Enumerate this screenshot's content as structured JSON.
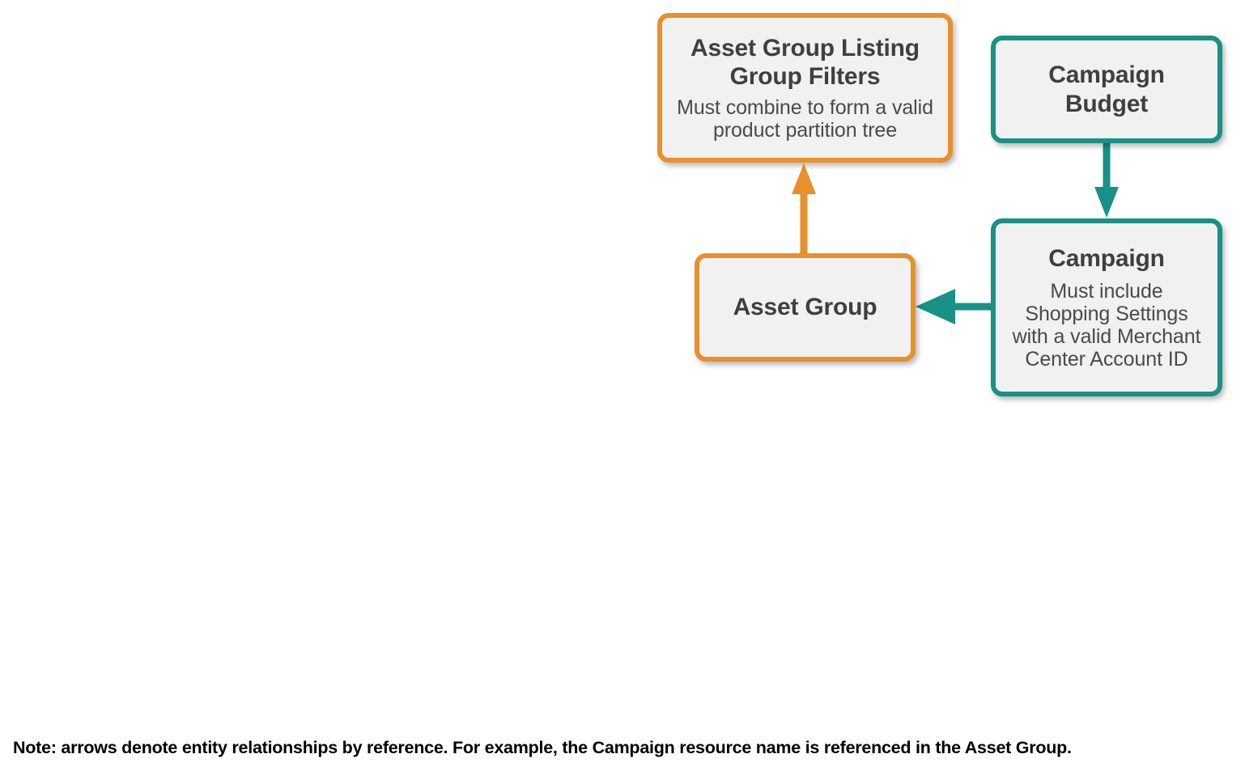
{
  "diagram": {
    "background_color": "#ffffff",
    "palette": {
      "orange": "#e8902c",
      "teal": "#189186",
      "node_fill": "#f1f1f1",
      "title_text": "#3c4043",
      "subtitle_text": "#4a4a4a",
      "note_text": "#000000"
    },
    "nodes": [
      {
        "id": "asset-group-listing-group-filters",
        "title": "Asset Group Listing Group Filters",
        "title_line_1": "Asset Group Listing",
        "title_line_2": "Group Filters",
        "subtitle": "Must combine to form a valid product partition tree",
        "color": "orange"
      },
      {
        "id": "campaign-budget",
        "title": "Campaign Budget",
        "title_line_1": "Campaign",
        "title_line_2": "Budget",
        "subtitle": "",
        "color": "teal"
      },
      {
        "id": "asset-group",
        "title": "Asset Group",
        "subtitle": "",
        "color": "orange"
      },
      {
        "id": "campaign",
        "title": "Campaign",
        "subtitle": "Must include Shopping Settings with a valid Merchant Center Account ID",
        "color": "teal"
      }
    ],
    "edges": [
      {
        "id": "asset-group-to-listing-group-filters",
        "from": "asset-group",
        "to": "asset-group-listing-group-filters",
        "direction": "up",
        "color": "orange"
      },
      {
        "id": "campaign-budget-to-campaign",
        "from": "campaign-budget",
        "to": "campaign",
        "direction": "down",
        "color": "teal"
      },
      {
        "id": "campaign-to-asset-group",
        "from": "campaign",
        "to": "asset-group",
        "direction": "left",
        "color": "teal"
      }
    ],
    "note": "Note: arrows denote entity relationships by reference. For example, the Campaign resource name is referenced in the Asset Group."
  }
}
